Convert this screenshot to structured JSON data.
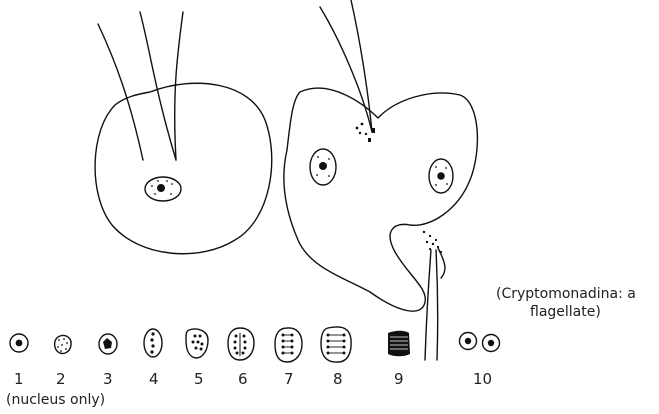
{
  "caption": {
    "line1": "(Cryptomonadina: a",
    "line2": "flagellate)"
  },
  "stages": [
    {
      "label": "1"
    },
    {
      "label": "2"
    },
    {
      "label": "3"
    },
    {
      "label": "4"
    },
    {
      "label": "5"
    },
    {
      "label": "6"
    },
    {
      "label": "7"
    },
    {
      "label": "8"
    },
    {
      "label": "9"
    },
    {
      "label": "10"
    }
  ],
  "note": "(nucleus only)"
}
